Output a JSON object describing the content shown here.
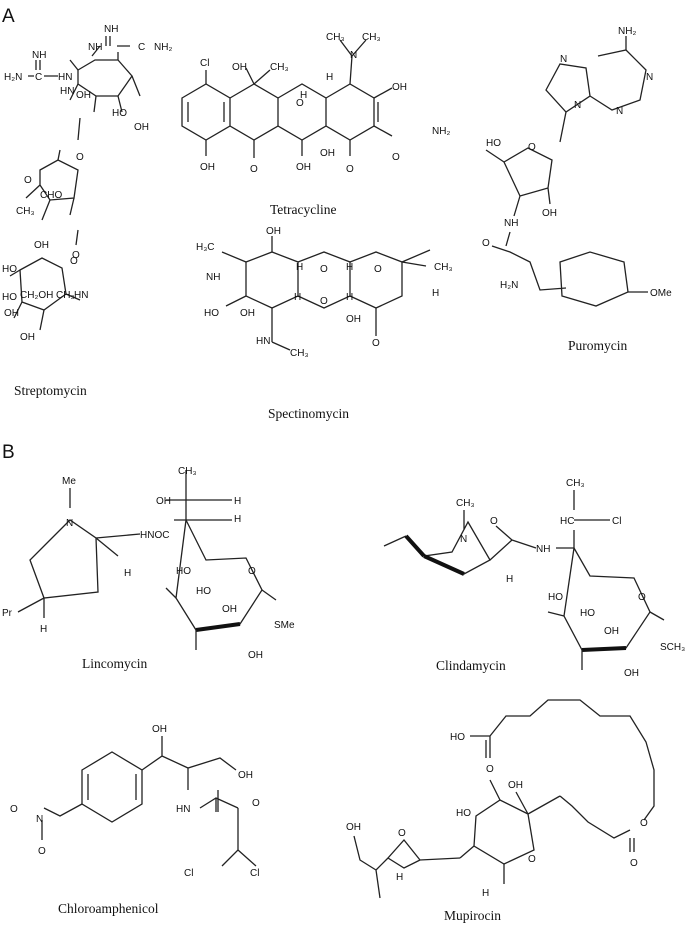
{
  "panels": {
    "a": "A",
    "b": "B"
  },
  "compounds": [
    {
      "id": "streptomycin",
      "name": "Streptomycin"
    },
    {
      "id": "tetracycline",
      "name": "Tetracycline"
    },
    {
      "id": "puromycin",
      "name": "Puromycin"
    },
    {
      "id": "spectinomycin",
      "name": "Spectinomycin"
    },
    {
      "id": "lincomycin",
      "name": "Lincomycin"
    },
    {
      "id": "clindamycin",
      "name": "Clindamycin"
    },
    {
      "id": "chloroamphenicol",
      "name": "Chloroamphenicol"
    },
    {
      "id": "mupirocin",
      "name": "Mupirocin"
    }
  ],
  "atom_labels": {
    "streptomycin": [
      "NH",
      "H₂N",
      "C",
      "NH",
      "NH",
      "C",
      "NH₂",
      "HN",
      "HN",
      "OH",
      "HO",
      "OH",
      "O",
      "O",
      "CH₃",
      "CHO",
      "OH",
      "O",
      "HO",
      "CH₂OH",
      "CH₃",
      "HN",
      "OH",
      "O",
      "HO",
      "OH"
    ],
    "tetracycline": [
      "Cl",
      "OH",
      "CH₃",
      "CH₃",
      "CH₃",
      "N",
      "H",
      "OH",
      "OH",
      "OH",
      "OH",
      "O",
      "O",
      "NH₂",
      "O",
      "O",
      "H"
    ],
    "puromycin": [
      "NH₂",
      "N",
      "N",
      "N",
      "N",
      "HO",
      "O",
      "OH",
      "NH",
      "O",
      "H₂N",
      "OMe"
    ],
    "spectinomycin": [
      "H₃C",
      "NH",
      "OH",
      "H",
      "O",
      "H",
      "O",
      "CH₃",
      "H",
      "HO",
      "OH",
      "H",
      "O",
      "H",
      "OH",
      "O",
      "HN",
      "CH₃"
    ],
    "lincomycin": [
      "Me",
      "N",
      "OH",
      "H",
      "HNOC",
      "H",
      "CH₃",
      "HO",
      "O",
      "HO",
      "OH",
      "SMe",
      "OH",
      "H",
      "Pr",
      "H"
    ],
    "clindamycin": [
      "CH₃",
      "N",
      "O",
      "NH",
      "H",
      "HC",
      "Cl",
      "CH₃",
      "HO",
      "O",
      "HO",
      "OH",
      "SCH₃",
      "OH"
    ],
    "chloroamphenicol": [
      "OH",
      "OH",
      "O",
      "N",
      "O",
      "HN",
      "O",
      "Cl",
      "Cl"
    ],
    "mupirocin": [
      "HO",
      "O",
      "O",
      "O",
      "OH",
      "HO",
      "O",
      "OH",
      "O",
      "H",
      "H"
    ]
  }
}
